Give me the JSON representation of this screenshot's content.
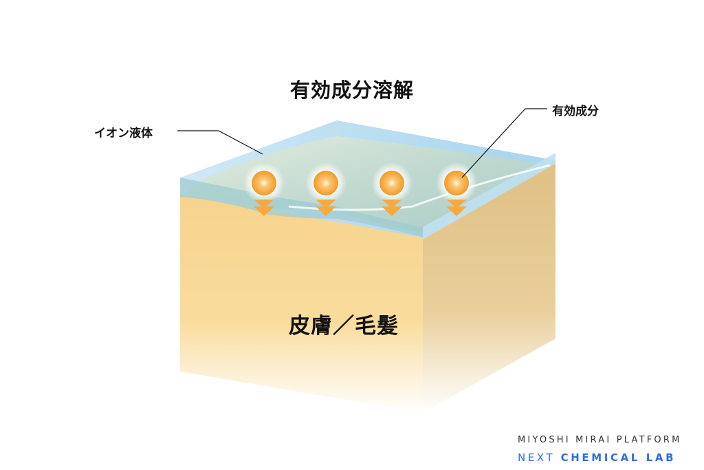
{
  "title": "有効成分溶解",
  "labels": {
    "ion_liquid": "イオン液体",
    "active_ingredient": "有効成分",
    "skin_hair": "皮膚／毛髪"
  },
  "particles": [
    {
      "name": "active-ingredient-particle-1"
    },
    {
      "name": "active-ingredient-particle-2"
    },
    {
      "name": "active-ingredient-particle-3"
    },
    {
      "name": "active-ingredient-particle-4"
    }
  ],
  "colors": {
    "liquid": "#a9d4ec",
    "skin_front": "#f8d994",
    "skin_side": "#e2c285",
    "particle": "#f7a534",
    "arrow": "#f8a93a",
    "brand_blue": "#2d6fe0"
  },
  "brand": {
    "line1": "MIYOSHI MIRAI PLATFORM",
    "line2_light": "NEXT",
    "line2_bold": "CHEMICAL LAB"
  }
}
